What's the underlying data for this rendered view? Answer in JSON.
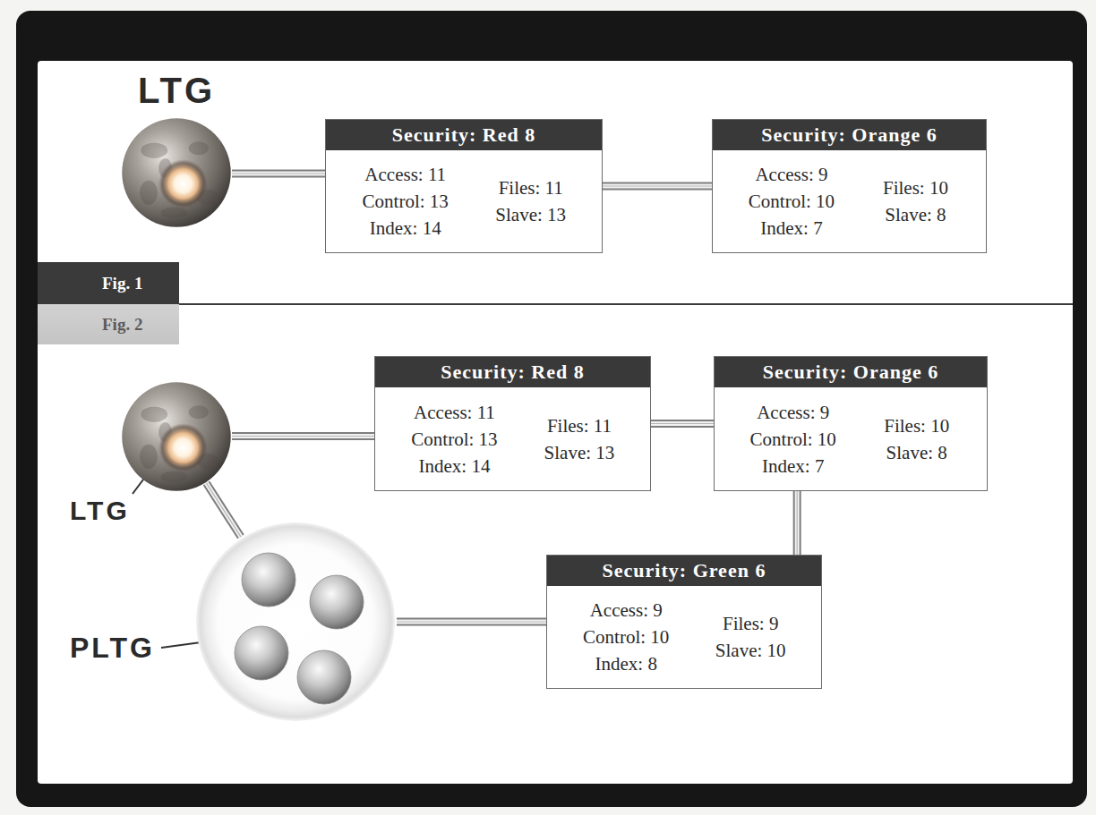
{
  "diagram": {
    "nodes": [
      {
        "text": [
          "LTG"
        ]
      },
      {
        "text": [
          "Security: Red 8",
          "Access: 11 Control: 13 Index: 14",
          "Files: 11 Slave: 13"
        ]
      },
      {
        "text": [
          "Security: Orange 6",
          "Access: 9 Control: 10 Index: 7",
          "Files: 10 Slave: 8"
        ]
      },
      {
        "text": [
          "Fig. 1"
        ]
      },
      {
        "text": [
          "Fig. 2"
        ]
      },
      {
        "text": [
          "LTG"
        ]
      },
      {
        "text": [
          "Security: Red 8",
          "Access: 11 Control: 13 Index: 14",
          "Files: 11 Slave: 13"
        ]
      },
      {
        "text": [
          "Security: Orange 6",
          "Access: 9 Control: 10 Index: 7",
          "Files: 10 Slave: 8"
        ]
      },
      {
        "text": [
          "PLTG"
        ]
      },
      {
        "text": [
          "Security: Green 6",
          "Access: 9 Control: 10 Index: 8",
          "Files: 9 Slave: 10"
        ]
      }
    ],
    "edges": [
      {
        "from": 0,
        "to": 1,
        "arrow": "none"
      },
      {
        "from": 1,
        "to": 2,
        "arrow": "none"
      },
      {
        "from": 5,
        "to": 6,
        "arrow": "none"
      },
      {
        "from": 6,
        "to": 7,
        "arrow": "none"
      },
      {
        "from": 7,
        "to": 9,
        "arrow": "none"
      },
      {
        "from": 5,
        "to": 8,
        "arrow": "none"
      },
      {
        "from": 8,
        "to": 9,
        "arrow": "none"
      }
    ]
  }
}
